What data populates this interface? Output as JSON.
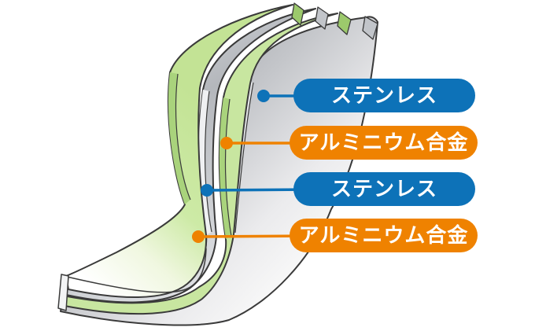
{
  "background_color": "#ffffff",
  "labels": [
    {
      "text": "ステンレス",
      "color": "#0d72b8",
      "row": 1
    },
    {
      "text": "アルミニウム合金",
      "color": "#ef8200",
      "row": 2
    },
    {
      "text": "ステンレス",
      "color": "#0d72b8",
      "row": 3
    },
    {
      "text": "アルミニウム合金",
      "color": "#ef8200",
      "row": 4
    }
  ],
  "layer_stack_order": [
    "ステンレス",
    "アルミニウム合金",
    "ステンレス",
    "アルミニウム合金"
  ],
  "material_colors": {
    "stainless_face": "#cfd2d6",
    "stainless_edge": "#eceef0",
    "aluminum_face": "#c8e6a0",
    "aluminum_edge": "#a9d37c",
    "outline": "#3a3a3a"
  }
}
